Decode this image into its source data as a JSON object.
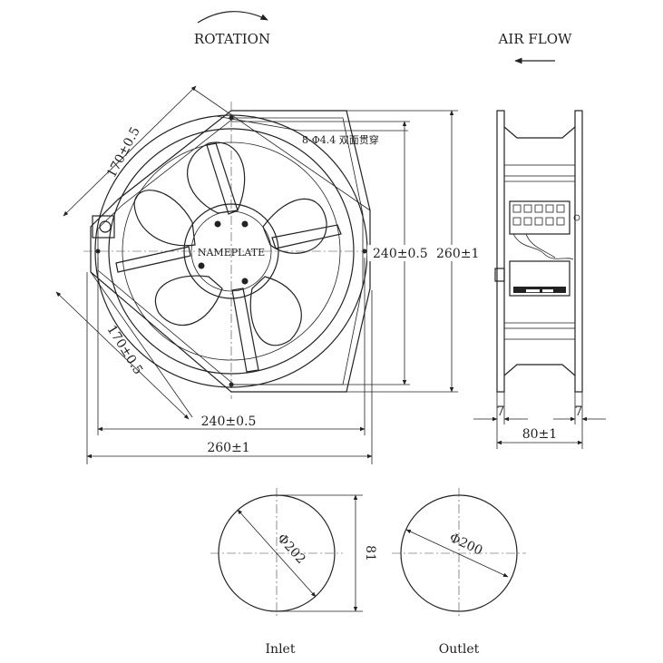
{
  "header": {
    "rotation_label": "ROTATION",
    "airflow_label": "AIR FLOW"
  },
  "front_view": {
    "hole_note": "8-Φ4.4 双面贯穿",
    "nameplate": "NAMEPLATE",
    "dim_diag_upper": "170±0.5",
    "dim_diag_lower": "170±0.5",
    "dim_vert_inner": "240±0.5",
    "dim_vert_outer": "260±1",
    "dim_horiz_inner": "240±0.5",
    "dim_horiz_outer": "260±1"
  },
  "side_view": {
    "dim_flange_left": "7",
    "dim_flange_right": "7",
    "dim_depth": "80±1",
    "label_plate": "■■■■■ ■■■■"
  },
  "bottom": {
    "inlet_label": "Inlet",
    "outlet_label": "Outlet",
    "inlet_diameter": "Φ202",
    "outlet_diameter": "Φ200",
    "height_dim": "81"
  }
}
